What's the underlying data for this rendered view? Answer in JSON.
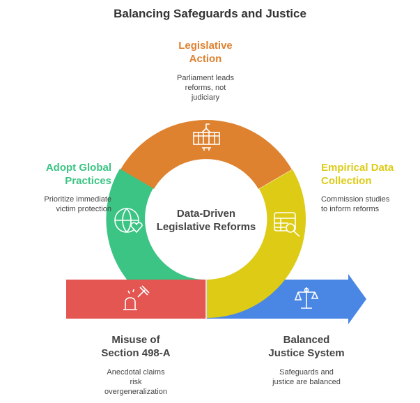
{
  "title": "Balancing Safeguards and Justice",
  "center": {
    "line1": "Data-Driven",
    "line2": "Legislative Reforms"
  },
  "stages": [
    {
      "title1": "Legislative",
      "title2": "Action",
      "desc": [
        "Parliament leads",
        "reforms, not",
        "judiciary"
      ],
      "color": "#de8230",
      "icon": "parliament-building-icon"
    },
    {
      "title1": "Adopt Global",
      "title2": "Practices",
      "desc": [
        "Prioritize immediate",
        "victim protection"
      ],
      "color": "#3cc484",
      "icon": "globe-heart-icon"
    },
    {
      "title1": "Empirical Data",
      "title2": "Collection",
      "desc": [
        "Commission studies",
        "to inform reforms"
      ],
      "color": "#ddcb15",
      "icon": "table-search-icon"
    },
    {
      "title1": "Misuse of",
      "title2": "Section 498-A",
      "desc": [
        "Anecdotal claims",
        "risk",
        "overgeneralization"
      ],
      "color": "#e35652",
      "icon": "gavel-icon"
    },
    {
      "title1": "Balanced",
      "title2": "Justice System",
      "desc": [
        "Safeguards and",
        "justice are balanced"
      ],
      "color": "#4a86e4",
      "icon": "scales-icon"
    }
  ]
}
